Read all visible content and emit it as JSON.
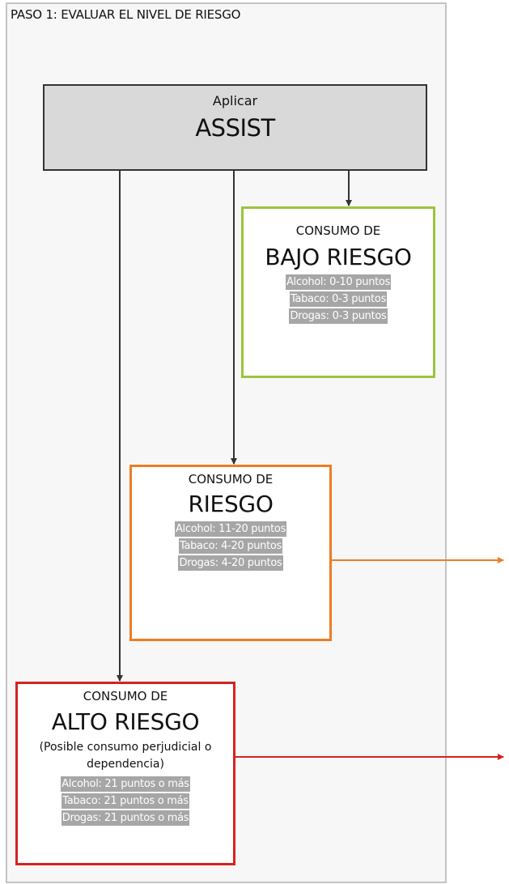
{
  "step_title": "PASO 1: EVALUAR EL NIVEL DE RIESGO",
  "assist": {
    "subtitle": "Aplicar",
    "title": "ASSIST"
  },
  "levels": [
    {
      "heading": "CONSUMO DE",
      "title": "BAJO RIESGO",
      "scores": [
        "Alcohol: 0-10 puntos",
        "Tabaco: 0-3 puntos",
        "Drogas: 0-3 puntos"
      ],
      "border_color": "#9bc53d"
    },
    {
      "heading": "CONSUMO DE",
      "title": "RIESGO",
      "scores": [
        "Alcohol: 11-20 puntos",
        "Tabaco: 4-20 puntos",
        "Drogas: 4-20 puntos"
      ],
      "border_color": "#ee7d22"
    },
    {
      "heading": "CONSUMO DE",
      "title": "ALTO RIESGO",
      "note": "(Posible consumo perjudicial o dependencia)",
      "scores": [
        "Alcohol: 21 puntos o más",
        "Tabaco: 21 puntos o más",
        "Drogas: 21 puntos o más"
      ],
      "border_color": "#d62222"
    }
  ],
  "colors": {
    "connector": "#333333",
    "assist_fill": "#d9d9d9",
    "score_highlight": "#a6a6a6",
    "panel_fill": "#f7f7f7"
  }
}
